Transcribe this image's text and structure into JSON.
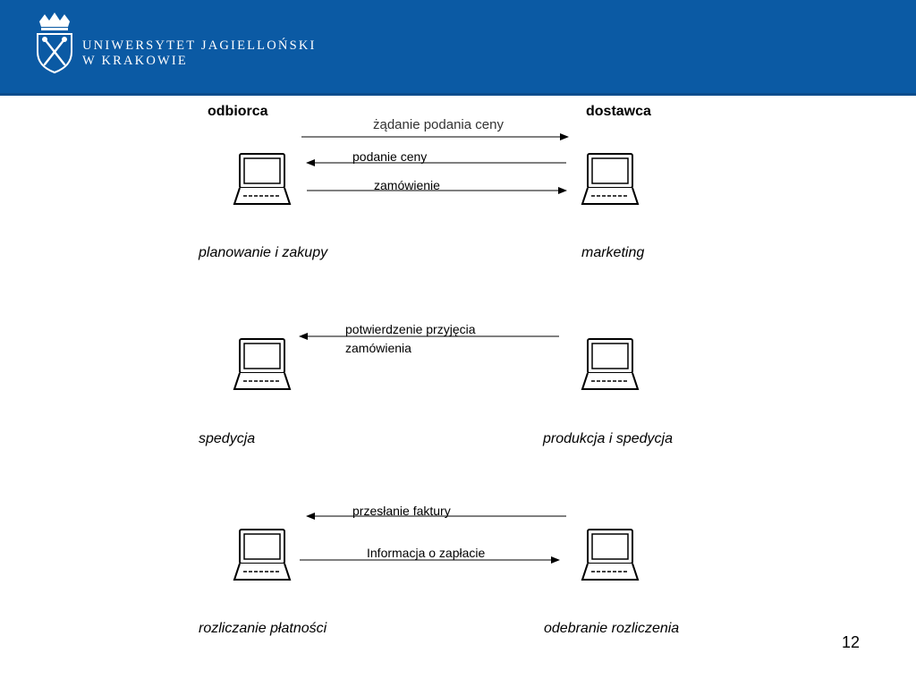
{
  "header": {
    "logo_line1": "UNIWERSYTET JAGIELLOŃSKI",
    "logo_line2": "W KRAKOWIE",
    "background": "#0b5aa4"
  },
  "roles": {
    "left": "odbiorca",
    "right": "dostawca"
  },
  "rows": [
    {
      "left_dept": "planowanie i zakupy",
      "right_dept": "marketing",
      "messages": [
        {
          "text": "żądanie podania ceny",
          "direction": "right"
        },
        {
          "text": "podanie ceny",
          "direction": "left"
        },
        {
          "text": "zamówienie",
          "direction": "right"
        }
      ]
    },
    {
      "left_dept": "spedycja",
      "right_dept": "produkcja i spedycja",
      "messages": [
        {
          "text_line1": "potwierdzenie przyjęcia",
          "text_line2": "zamówienia",
          "direction": "left"
        }
      ]
    },
    {
      "left_dept": "rozliczanie płatności",
      "right_dept": "odebranie rozliczenia",
      "messages": [
        {
          "text": "przesłanie faktury",
          "direction": "left"
        },
        {
          "text": "Informacja o zapłacie",
          "direction": "right"
        }
      ]
    }
  ],
  "page_number": "12",
  "icons": {
    "computer": "computer-icon",
    "crest": "university-crest-icon"
  }
}
